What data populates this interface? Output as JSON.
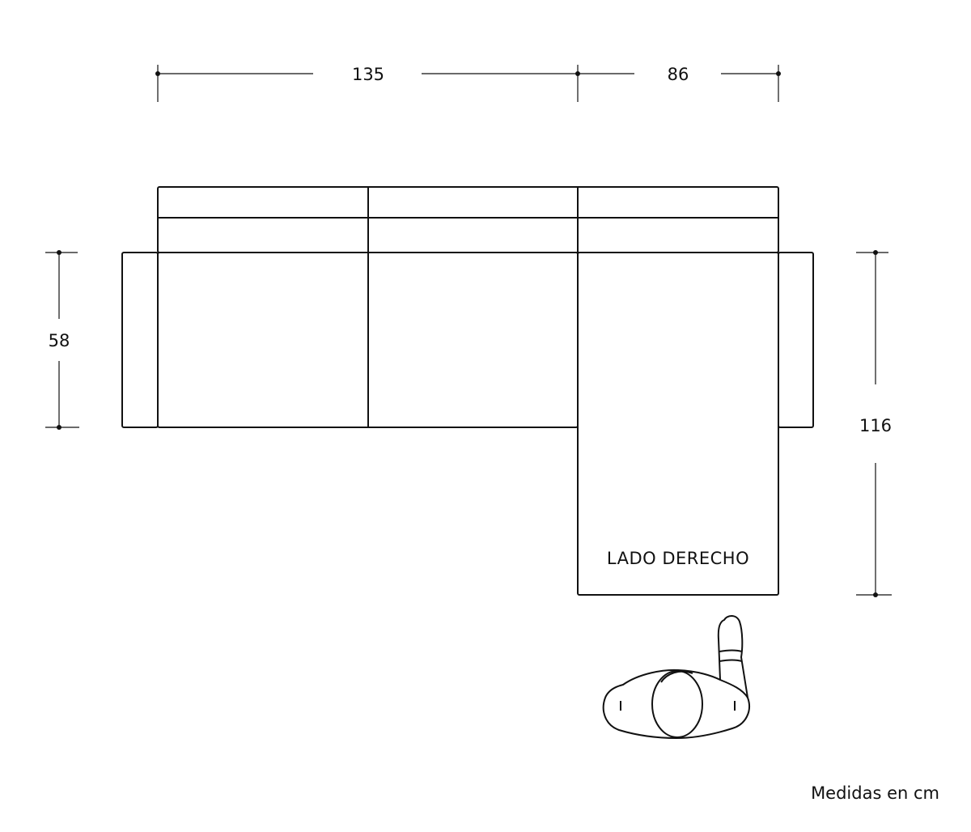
{
  "dimensions": {
    "width_sofa": "135",
    "width_chaise": "86",
    "depth_sofa": "58",
    "depth_chaise": "116"
  },
  "chaise_label": "LADO DERECHO",
  "units_note": "Medidas en cm",
  "colors": {
    "line": "#111111",
    "background": "#ffffff"
  }
}
